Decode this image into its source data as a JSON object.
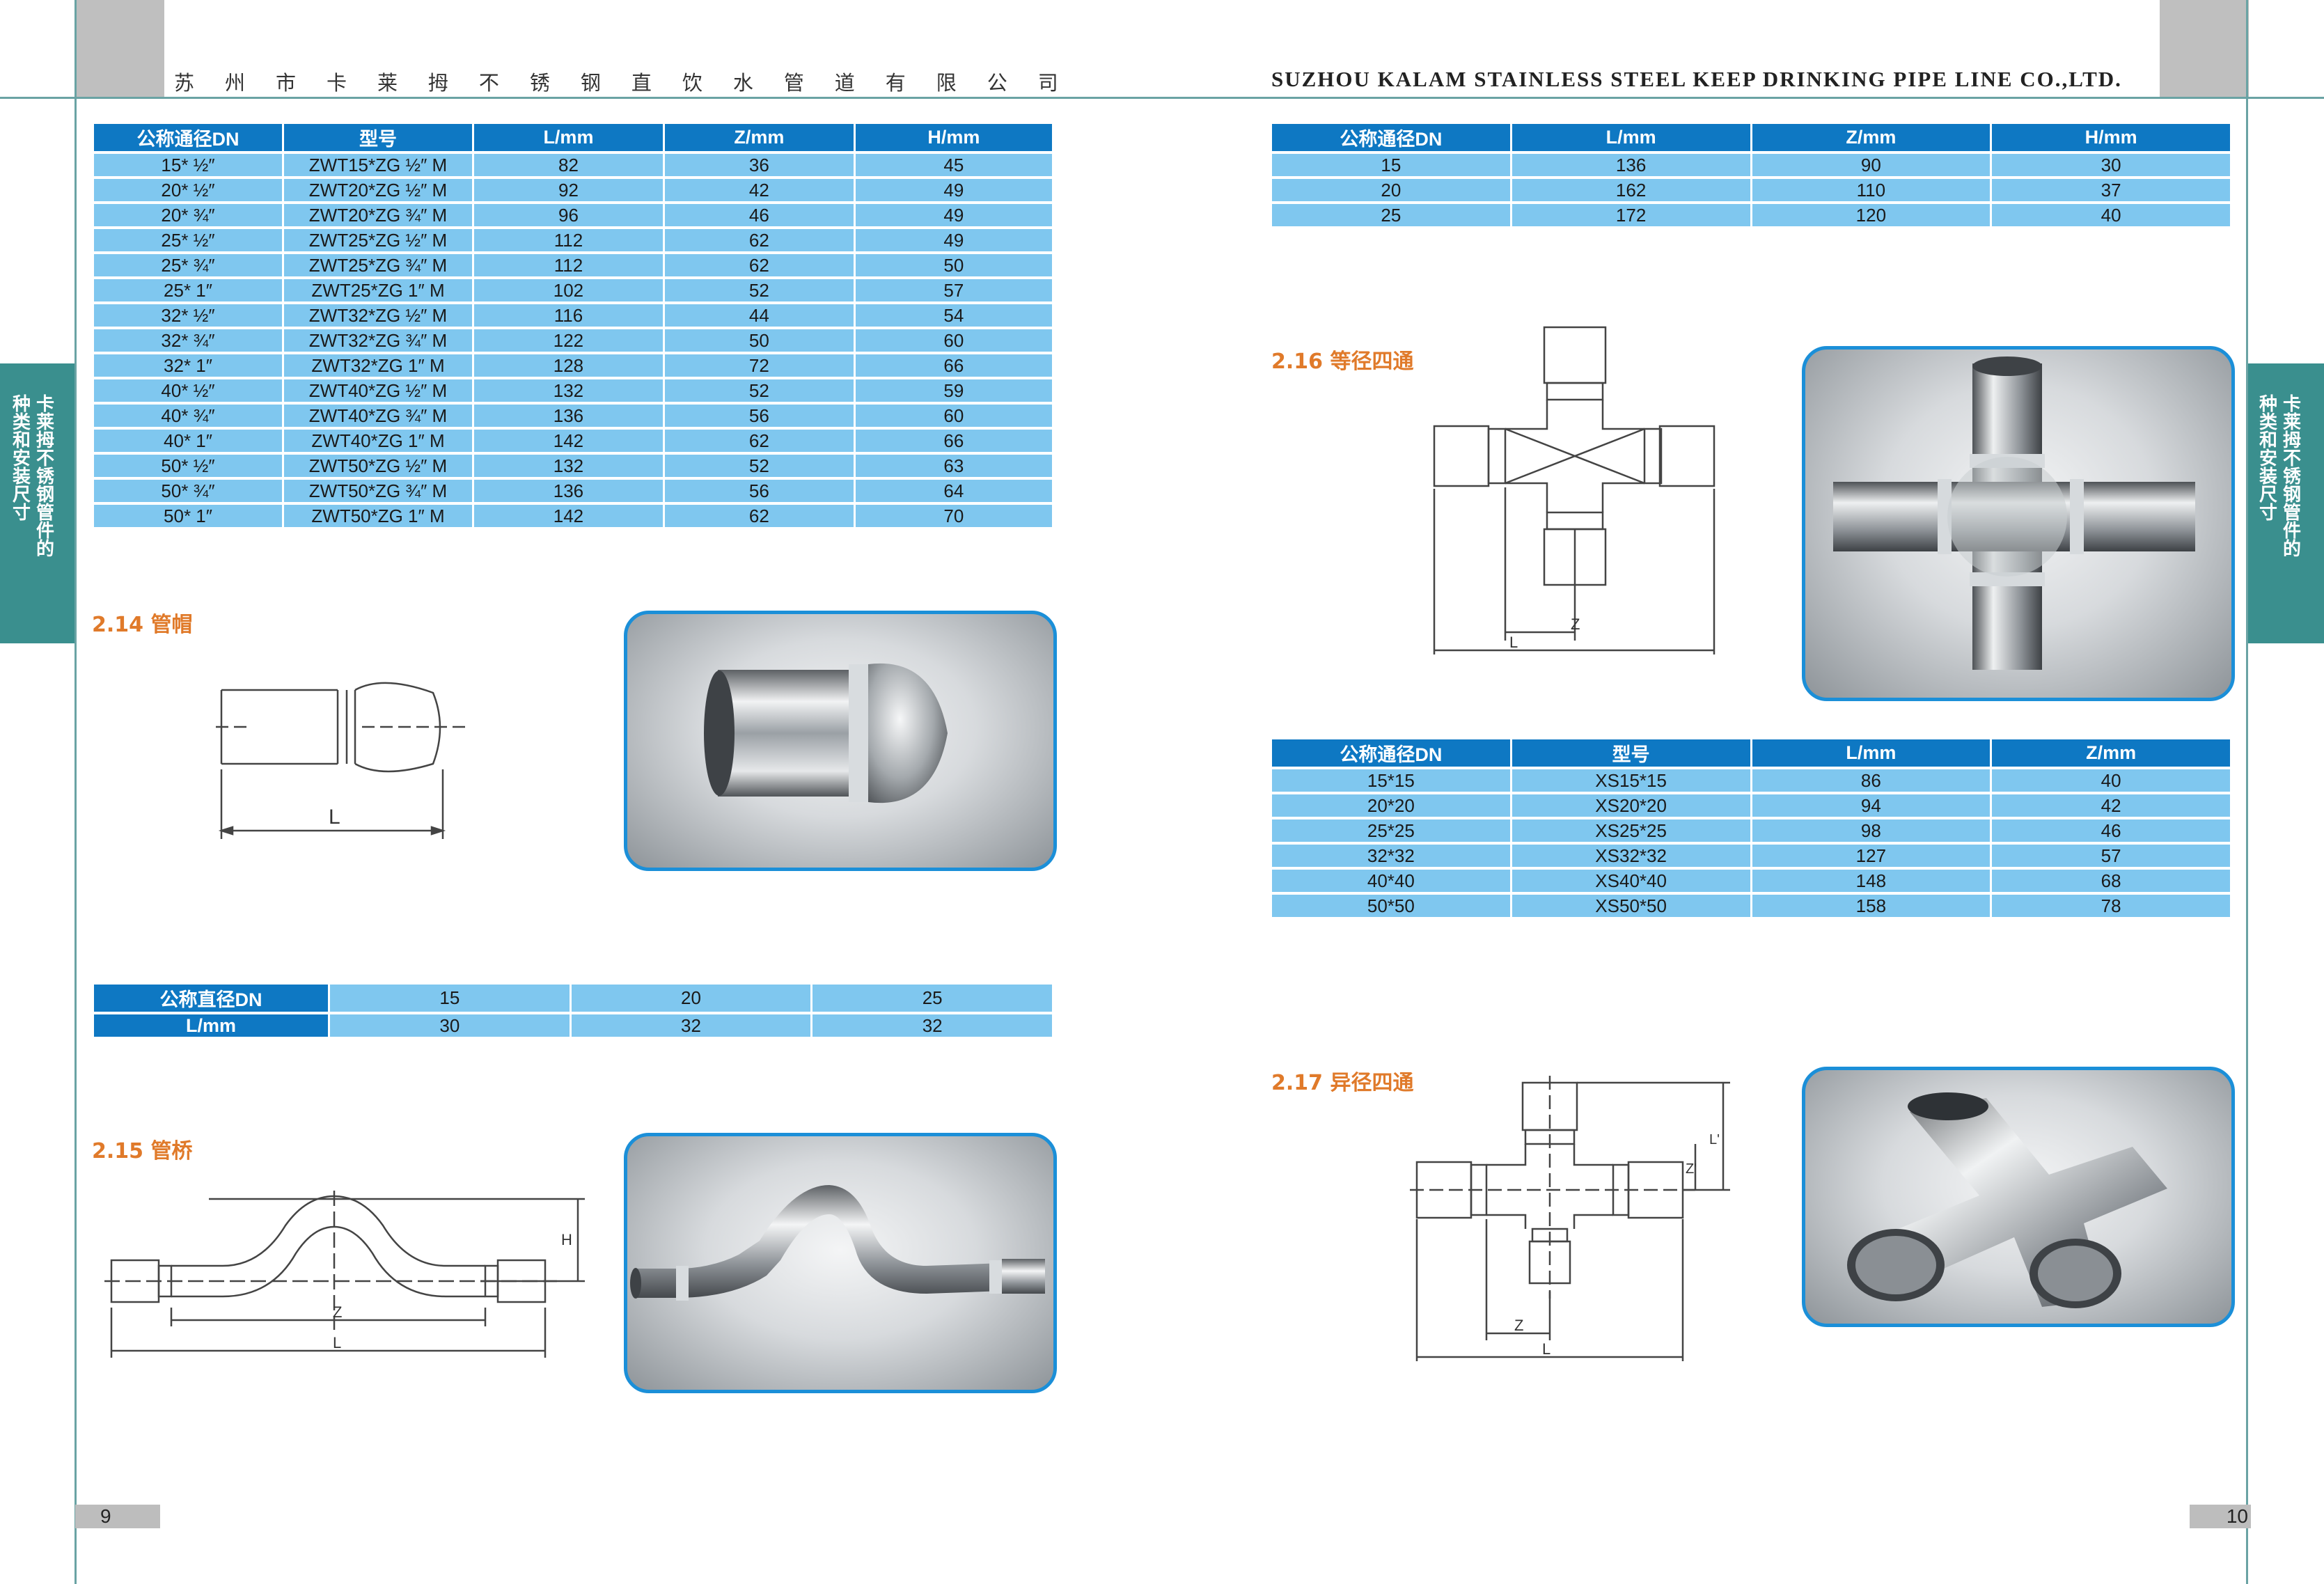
{
  "header": {
    "company_cn_chars": [
      "苏",
      "州",
      "市",
      "卡",
      "莱",
      "拇",
      "不",
      "锈",
      "钢",
      "直",
      "饮",
      "水",
      "管",
      "道",
      "有",
      "限",
      "公",
      "司"
    ],
    "company_en": "SUZHOU KALAM STAINLESS STEEL KEEP DRINKING PIPE LINE CO.,LTD."
  },
  "side_tab": {
    "col1": [
      "种",
      "类",
      "和",
      "安",
      "装",
      "尺",
      "寸"
    ],
    "col2": [
      "卡",
      "莱",
      "拇",
      "不",
      "锈",
      "钢",
      "管",
      "件",
      "的"
    ]
  },
  "table_adapter": {
    "headers": [
      "公称通径DN",
      "型号",
      "L/mm",
      "Z/mm",
      "H/mm"
    ],
    "rows": [
      [
        "15* ½″",
        "ZWT15*ZG ½″ M",
        "82",
        "36",
        "45"
      ],
      [
        "20* ½″",
        "ZWT20*ZG ½″ M",
        "92",
        "42",
        "49"
      ],
      [
        "20* ¾″",
        "ZWT20*ZG ¾″ M",
        "96",
        "46",
        "49"
      ],
      [
        "25* ½″",
        "ZWT25*ZG ½″ M",
        "112",
        "62",
        "49"
      ],
      [
        "25* ¾″",
        "ZWT25*ZG ¾″ M",
        "112",
        "62",
        "50"
      ],
      [
        "25* 1″",
        "ZWT25*ZG 1″ M",
        "102",
        "52",
        "57"
      ],
      [
        "32* ½″",
        "ZWT32*ZG ½″ M",
        "116",
        "44",
        "54"
      ],
      [
        "32* ¾″",
        "ZWT32*ZG ¾″ M",
        "122",
        "50",
        "60"
      ],
      [
        "32* 1″",
        "ZWT32*ZG 1″ M",
        "128",
        "72",
        "66"
      ],
      [
        "40* ½″",
        "ZWT40*ZG ½″ M",
        "132",
        "52",
        "59"
      ],
      [
        "40* ¾″",
        "ZWT40*ZG ¾″ M",
        "136",
        "56",
        "60"
      ],
      [
        "40* 1″",
        "ZWT40*ZG 1″ M",
        "142",
        "62",
        "66"
      ],
      [
        "50* ½″",
        "ZWT50*ZG ½″ M",
        "132",
        "52",
        "63"
      ],
      [
        "50* ¾″",
        "ZWT50*ZG ¾″ M",
        "136",
        "56",
        "64"
      ],
      [
        "50* 1″",
        "ZWT50*ZG 1″ M",
        "142",
        "62",
        "70"
      ]
    ]
  },
  "sec_214": {
    "title": "2.14 管帽",
    "dim_L": "L"
  },
  "table_cap": {
    "row1_label": "公称直径DN",
    "row1": [
      "15",
      "20",
      "25"
    ],
    "row2_label": "L/mm",
    "row2": [
      "30",
      "32",
      "32"
    ]
  },
  "sec_215": {
    "title": "2.15 管桥",
    "dim_Z": "Z",
    "dim_L": "L",
    "dim_H": "H"
  },
  "table_bridge": {
    "headers": [
      "公称通径DN",
      "L/mm",
      "Z/mm",
      "H/mm"
    ],
    "rows": [
      [
        "15",
        "136",
        "90",
        "30"
      ],
      [
        "20",
        "162",
        "110",
        "37"
      ],
      [
        "25",
        "172",
        "120",
        "40"
      ]
    ]
  },
  "sec_216": {
    "title": "2.16 等径四通",
    "dim_Z": "Z",
    "dim_L": "L"
  },
  "table_cross": {
    "headers": [
      "公称通径DN",
      "型号",
      "L/mm",
      "Z/mm"
    ],
    "rows": [
      [
        "15*15",
        "XS15*15",
        "86",
        "40"
      ],
      [
        "20*20",
        "XS20*20",
        "94",
        "42"
      ],
      [
        "25*25",
        "XS25*25",
        "98",
        "46"
      ],
      [
        "32*32",
        "XS32*32",
        "127",
        "57"
      ],
      [
        "40*40",
        "XS40*40",
        "148",
        "68"
      ],
      [
        "50*50",
        "XS50*50",
        "158",
        "78"
      ]
    ]
  },
  "sec_217": {
    "title": "2.17 异径四通",
    "dim_Z": "Z",
    "dim_L": "L",
    "dim_Z1": "Z'",
    "dim_L1": "L'"
  },
  "page_numbers": {
    "left": "9",
    "right": "10"
  },
  "colors": {
    "header_blue": "#0e78c3",
    "cell_blue": "#7fc7ef",
    "teal": "#3a8f8e",
    "section_orange": "#e07a2a",
    "frame_blue": "#1b8fd8"
  }
}
